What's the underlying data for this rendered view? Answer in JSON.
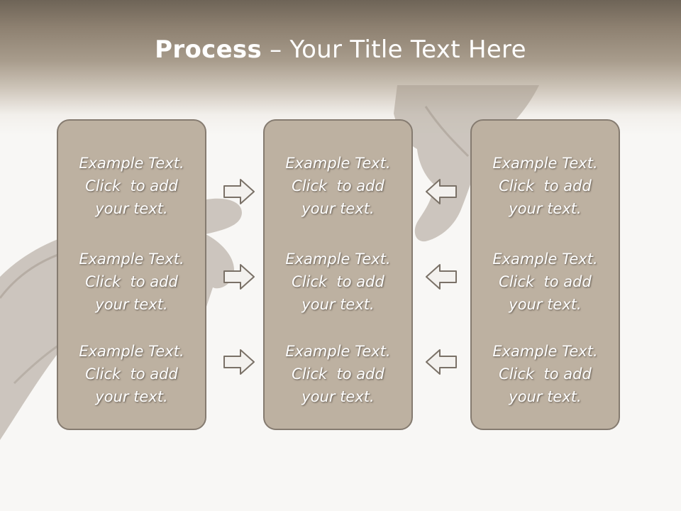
{
  "slide": {
    "title_bold": "Process",
    "title_rest": " – Your Title Text Here"
  },
  "panels": {
    "left": [
      {
        "line1": "Example Text.",
        "line2": "Click  to add",
        "line3": "your text."
      },
      {
        "line1": "Example Text.",
        "line2": "Click  to add",
        "line3": "your text."
      },
      {
        "line1": "Example Text.",
        "line2": "Click  to add",
        "line3": "your text."
      }
    ],
    "middle": [
      {
        "line1": "Example Text.",
        "line2": "Click  to add",
        "line3": "your text."
      },
      {
        "line1": "Example Text.",
        "line2": "Click  to add",
        "line3": "your text."
      },
      {
        "line1": "Example Text.",
        "line2": "Click  to add",
        "line3": "your text."
      }
    ],
    "right": [
      {
        "line1": "Example Text.",
        "line2": "Click  to add",
        "line3": "your text."
      },
      {
        "line1": "Example Text.",
        "line2": "Click  to add",
        "line3": "your text."
      },
      {
        "line1": "Example Text.",
        "line2": "Click  to add",
        "line3": "your text."
      }
    ]
  },
  "icons": {
    "right_arrows": "arrow-right-icon",
    "left_arrows": "arrow-left-icon"
  },
  "colors": {
    "header_dark": "#6e6457",
    "panel_fill": "#bdb1a1",
    "panel_border": "#857b70",
    "text": "#ffffff"
  }
}
